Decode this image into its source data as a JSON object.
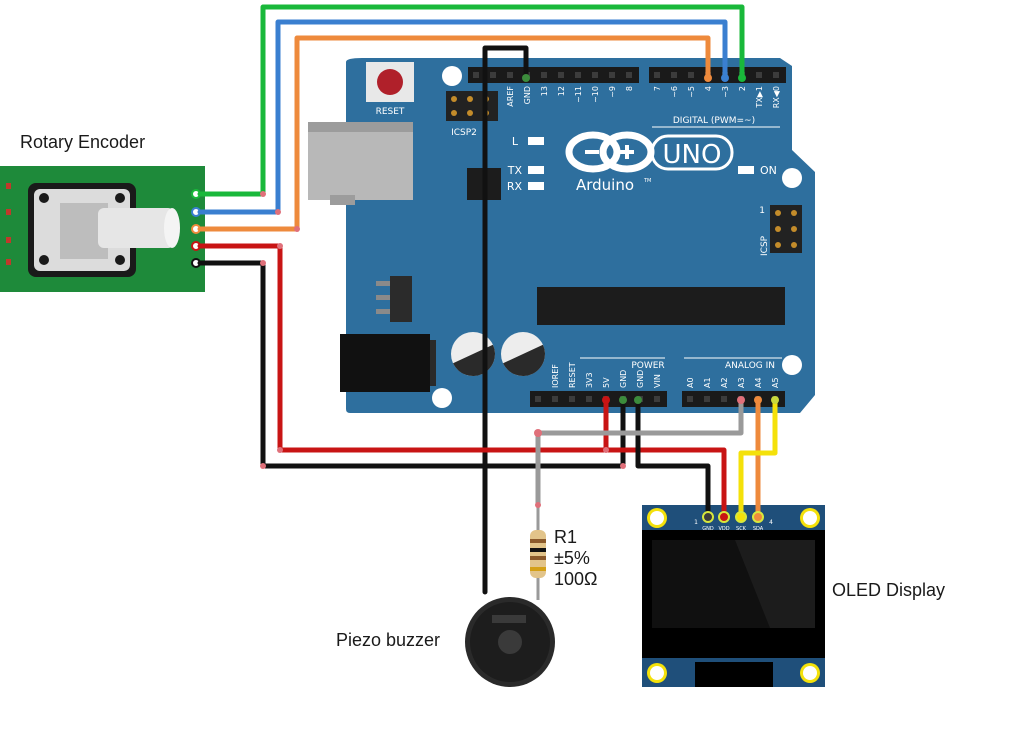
{
  "labels": {
    "encoder": "Rotary Encoder",
    "buzzer": "Piezo buzzer",
    "oled": "OLED Display",
    "r_name": "R1",
    "r_tol": "±5%",
    "r_val": "100Ω"
  },
  "arduino": {
    "reset": "RESET",
    "icsp2": "ICSP2",
    "icsp": "ICSP",
    "icsp_pin1": "1",
    "led_l": "L",
    "led_tx": "TX",
    "led_rx": "RX",
    "led_on": "ON",
    "uno": "UNO",
    "brand": "Arduino",
    "tm": "TM",
    "digital": "DIGITAL (PWM=~)",
    "power": "POWER",
    "analog": "ANALOG IN",
    "top_pins": [
      "AREF",
      "GND",
      "13",
      "12",
      "~11",
      "~10",
      "~9",
      "8"
    ],
    "top_pins_right": [
      "7",
      "~6",
      "~5",
      "4",
      "~3",
      "2",
      "TX▶1",
      "RX◀0"
    ],
    "power_pins": [
      "IOREF",
      "RESET",
      "3V3",
      "5V",
      "GND",
      "GND",
      "VIN"
    ],
    "analog_pins": [
      "A0",
      "A1",
      "A2",
      "A3",
      "A4",
      "A5"
    ]
  },
  "oled_pins": [
    "GND",
    "VDD",
    "SCK",
    "SDA"
  ],
  "oled_pin_nums": [
    "1",
    "4"
  ],
  "colors": {
    "board": "#2e6f9e",
    "encoder_pcb": "#1e8a3a",
    "wire_green": "#19b83a",
    "wire_blue": "#3a7fd0",
    "wire_orange": "#ee8a3c",
    "wire_red": "#c81414",
    "wire_black": "#111111",
    "wire_gray": "#9a9a9a",
    "wire_yellow": "#f4e10a",
    "oled_pcb": "#1f4f7a"
  }
}
